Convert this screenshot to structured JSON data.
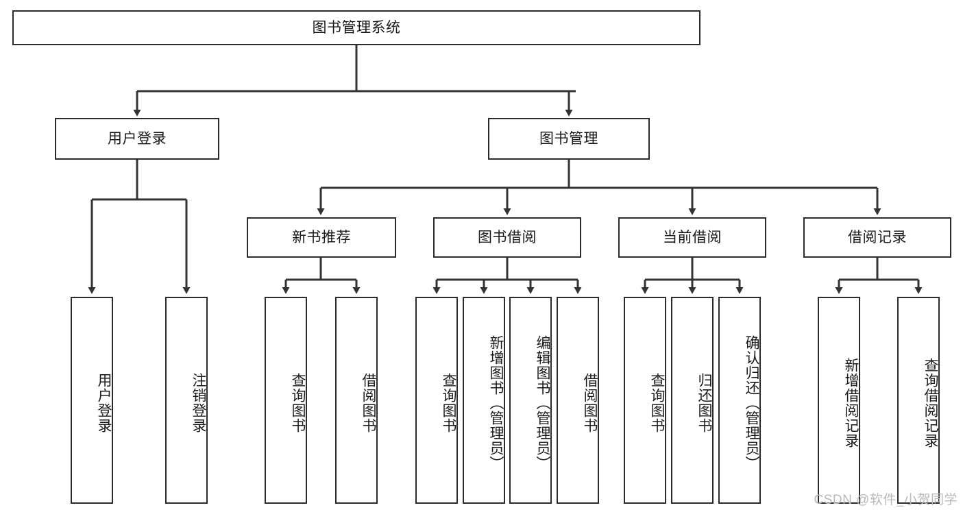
{
  "diagram": {
    "type": "tree",
    "title": "图书管理系统",
    "orientation": "top-down",
    "colors": {
      "border": "#2b2b2b",
      "fill": "#ffffff",
      "edge": "#333333",
      "text": "#1a1a1a",
      "watermark": "#b9b9b9"
    },
    "root": {
      "label": "图书管理系统"
    },
    "level2": [
      {
        "label": "用户登录"
      },
      {
        "label": "图书管理"
      }
    ],
    "level3": [
      {
        "label": "新书推荐"
      },
      {
        "label": "图书借阅"
      },
      {
        "label": "当前借阅"
      },
      {
        "label": "借阅记录"
      }
    ],
    "leaves": {
      "user_login": [
        {
          "label": "用户登录"
        },
        {
          "label": "注销登录"
        }
      ],
      "new_book_recommend": [
        {
          "label": "查询图书"
        },
        {
          "label": "借阅图书"
        }
      ],
      "book_borrow": [
        {
          "label": "查询图书"
        },
        {
          "label": "新增图书（管理员）"
        },
        {
          "label": "编辑图书（管理员）"
        },
        {
          "label": "借阅图书"
        }
      ],
      "current_borrow": [
        {
          "label": "查询图书"
        },
        {
          "label": "归还图书"
        },
        {
          "label": "确认归还（管理员）"
        }
      ],
      "borrow_record": [
        {
          "label": "新增借阅记录"
        },
        {
          "label": "查询借阅记录"
        }
      ]
    }
  },
  "watermark": {
    "text": "CSDN @软件_小贺同学"
  }
}
